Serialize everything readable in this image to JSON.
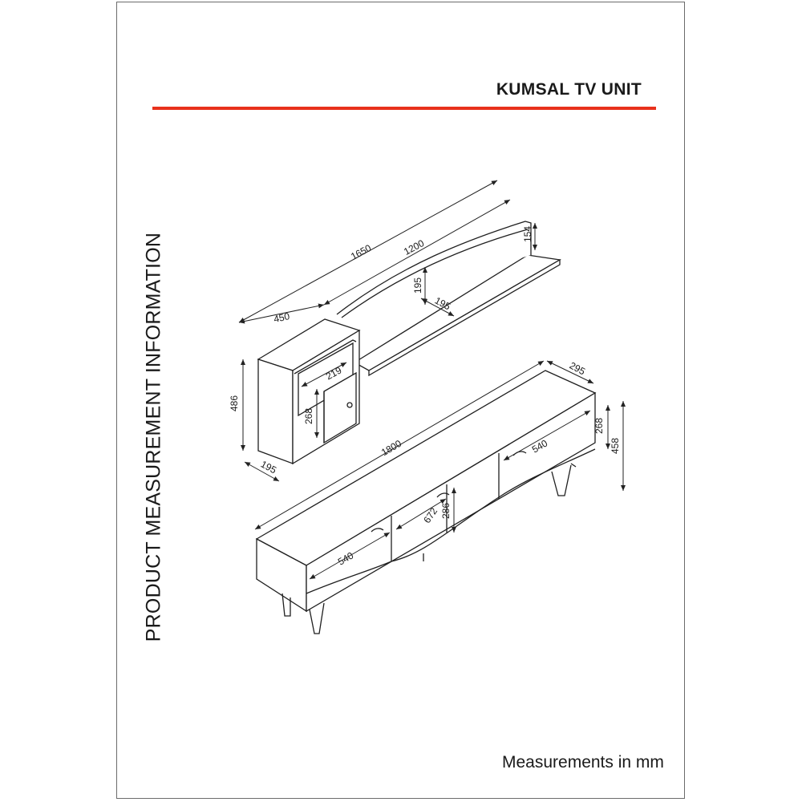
{
  "title": "KUMSAL TV UNIT",
  "side_label": "PRODUCT MEASUREMENT INFORMATION",
  "units_note": "Measurements in mm",
  "accent_color": "#e8311c",
  "dimensions": {
    "shelf_total_width": "1650",
    "shelf_width": "1200",
    "shelf_back_height": "154",
    "shelf_inner_height": "195",
    "shelf_depth": "195",
    "cabinet_width": "450",
    "cabinet_height": "486",
    "cabinet_inner_width": "219",
    "cabinet_inner_height": "268",
    "cabinet_depth": "195",
    "unit_width": "1800",
    "unit_depth": "295",
    "unit_body_height": "268",
    "unit_total_height": "458",
    "door_left_width": "540",
    "door_right_width": "540",
    "middle_width": "672",
    "middle_height": "286"
  }
}
